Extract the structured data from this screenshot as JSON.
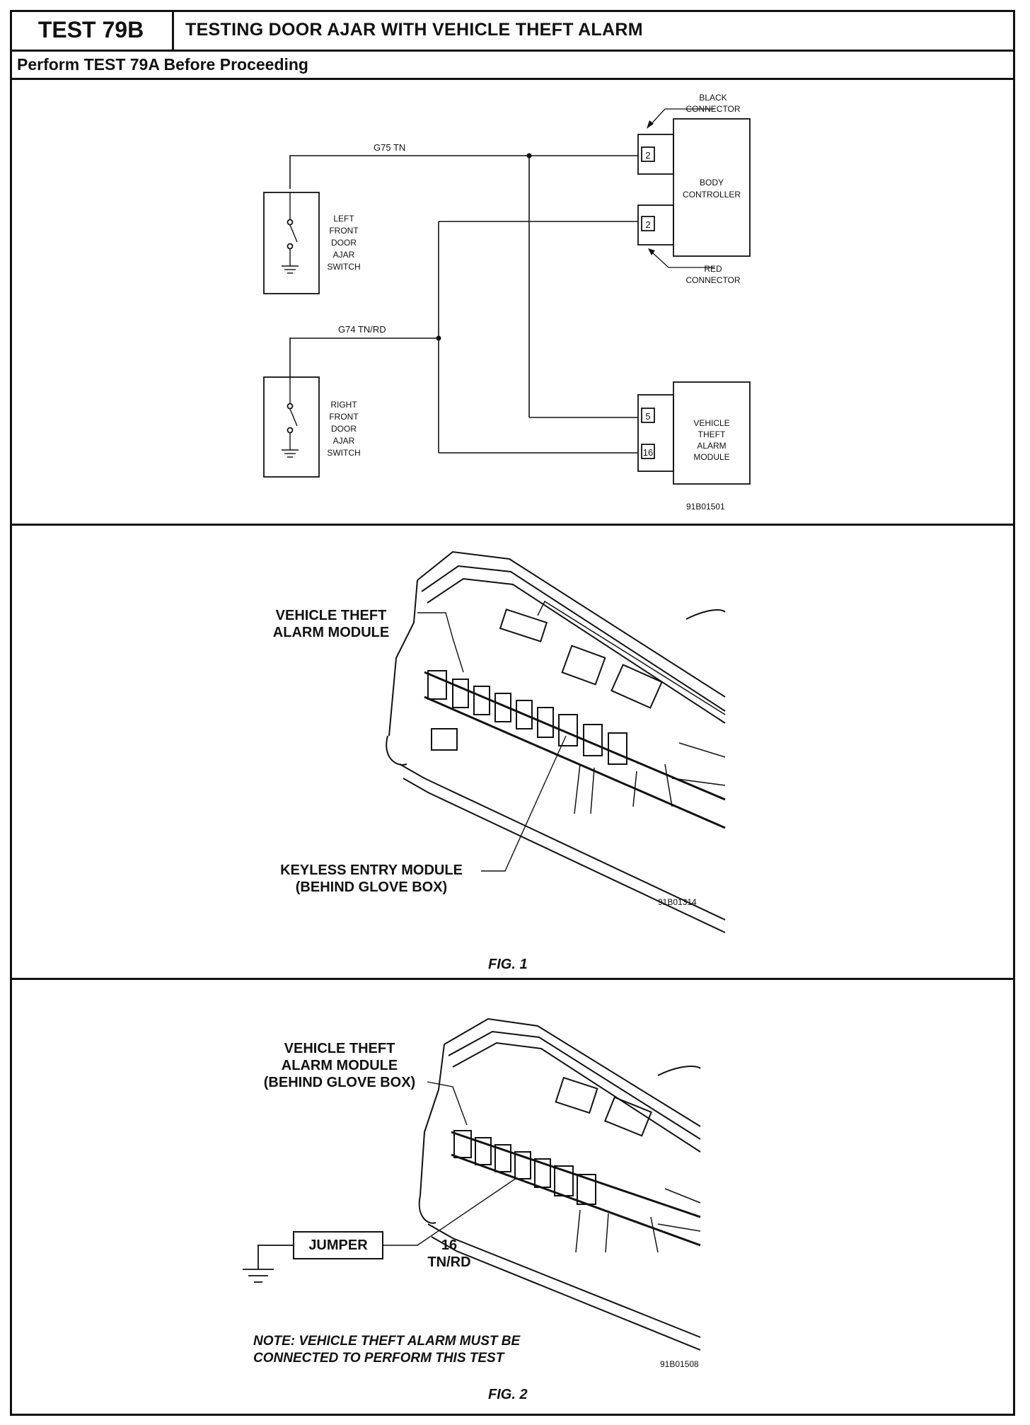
{
  "header": {
    "test_id": "TEST 79B",
    "title": "TESTING DOOR AJAR WITH VEHICLE THEFT ALARM",
    "subtitle": "Perform TEST 79A Before Proceeding"
  },
  "schematic": {
    "wire_top": "G75  TN",
    "wire_bottom": "G74  TN/RD",
    "left_switch": [
      "LEFT",
      "FRONT",
      "DOOR",
      "AJAR",
      "SWITCH"
    ],
    "right_switch": [
      "RIGHT",
      "FRONT",
      "DOOR",
      "AJAR",
      "SWITCH"
    ],
    "black_connector": [
      "BLACK",
      "CONNECTOR"
    ],
    "red_connector": [
      "RED",
      "CONNECTOR"
    ],
    "body_controller": [
      "BODY",
      "CONTROLLER"
    ],
    "alarm_module": [
      "VEHICLE",
      "THEFT",
      "ALARM",
      "MODULE"
    ],
    "pin_black": "2",
    "pin_red": "2",
    "pin_alarm_top": "5",
    "pin_alarm_bottom": "16",
    "code": "91B01501"
  },
  "fig1": {
    "label_module": [
      "VEHICLE THEFT",
      "ALARM MODULE"
    ],
    "label_keyless": [
      "KEYLESS ENTRY MODULE",
      "(BEHIND GLOVE BOX)"
    ],
    "code": "91B01314",
    "caption": "FIG. 1"
  },
  "fig2": {
    "label_module": [
      "VEHICLE THEFT",
      "ALARM MODULE",
      "(BEHIND GLOVE BOX)"
    ],
    "jumper": "JUMPER",
    "pin": "16",
    "wire": "TN/RD",
    "note": [
      "NOTE: VEHICLE THEFT ALARM MUST BE",
      "CONNECTED TO PERFORM THIS TEST"
    ],
    "code": "91B01508",
    "caption": "FIG. 2"
  }
}
